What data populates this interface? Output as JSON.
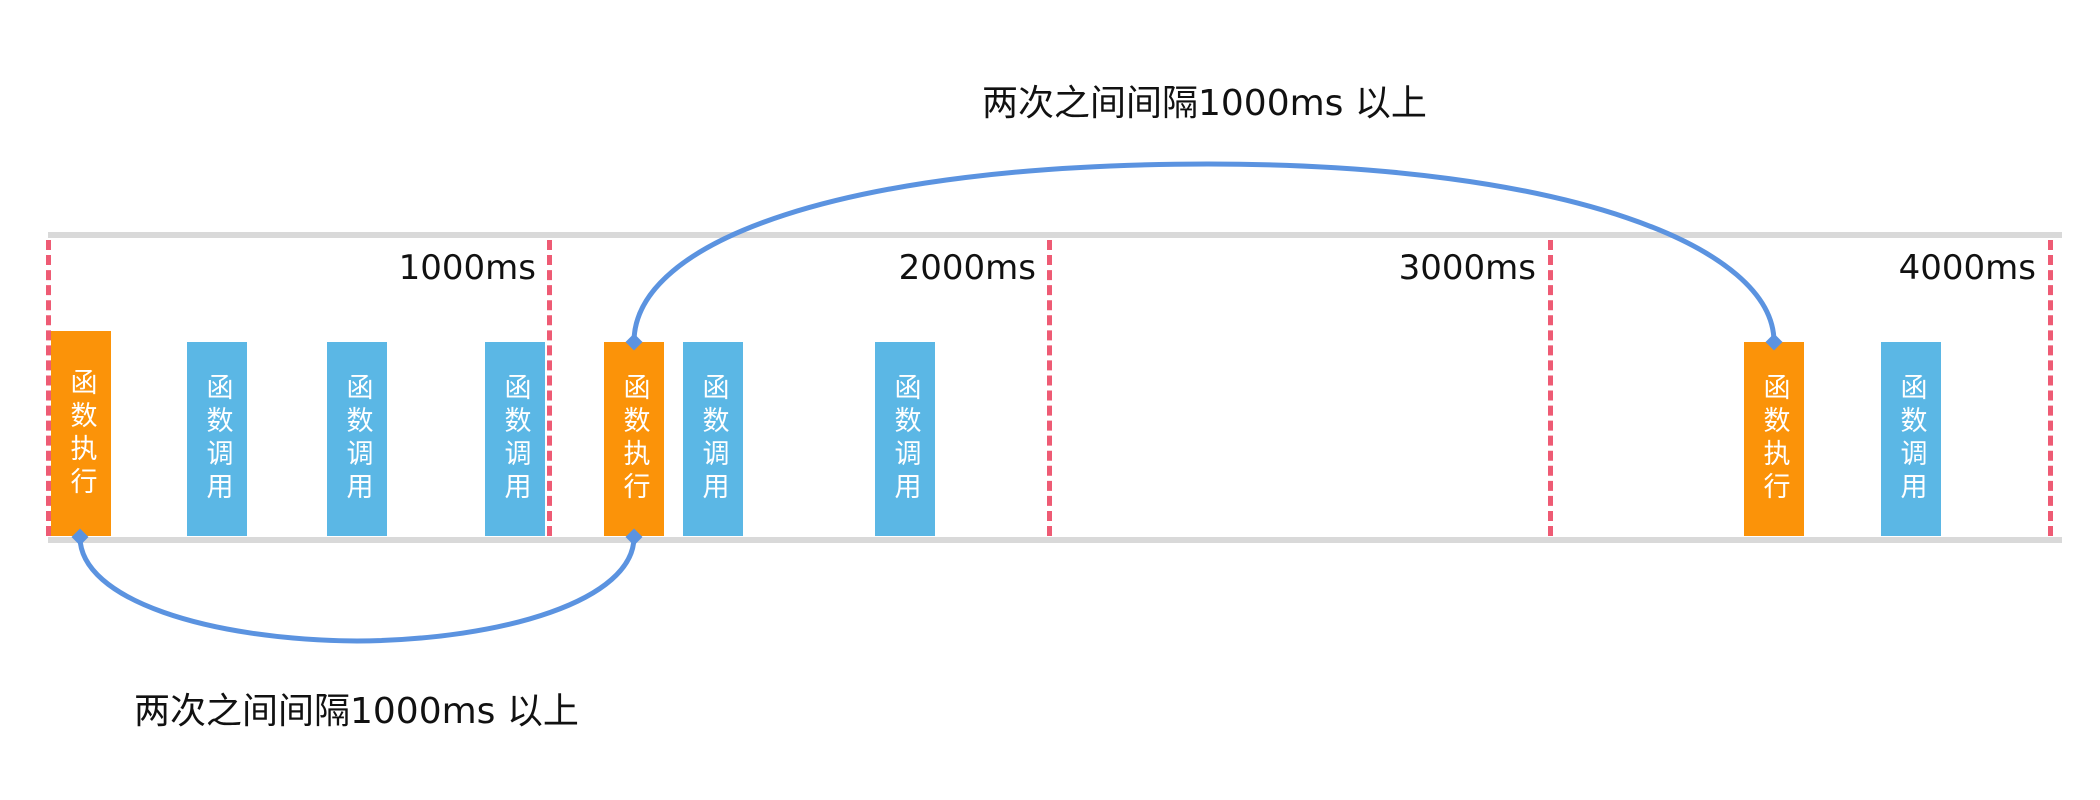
{
  "timeline": {
    "ticks": [
      "1000ms",
      "2000ms",
      "3000ms",
      "4000ms"
    ],
    "events": [
      {
        "kind": "exec",
        "label": "函数执行"
      },
      {
        "kind": "call",
        "label": "函数调用"
      },
      {
        "kind": "call",
        "label": "函数调用"
      },
      {
        "kind": "call",
        "label": "函数调用"
      },
      {
        "kind": "exec",
        "label": "函数执行"
      },
      {
        "kind": "call",
        "label": "函数调用"
      },
      {
        "kind": "call",
        "label": "函数调用"
      },
      {
        "kind": "exec",
        "label": "函数执行"
      },
      {
        "kind": "call",
        "label": "函数调用"
      }
    ]
  },
  "annotations": {
    "interval_top": "两次之间间隔1000ms 以上",
    "interval_bottom": "两次之间间隔1000ms 以上"
  },
  "colors": {
    "exec": "#fb9309",
    "call": "#5bb7e5",
    "divider": "#ee5b74",
    "rail": "#d9d9d9",
    "arc": "#5b93e0"
  }
}
